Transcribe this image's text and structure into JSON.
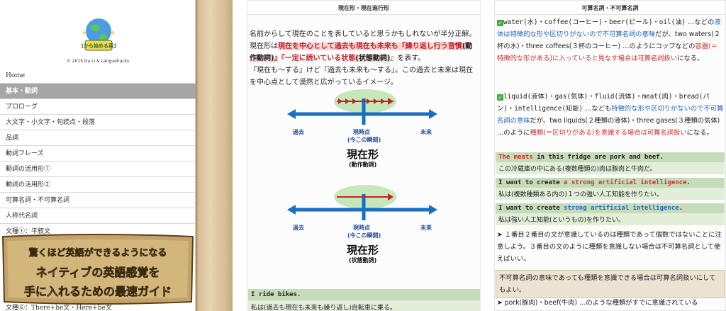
{
  "panel1": {
    "logo_text": "ゼロから始める英文法",
    "copyright": "© 2015 Da Li & Languehacks",
    "menu": [
      {
        "label": "Home",
        "header": false
      },
      {
        "label": "基本・動詞",
        "header": true
      },
      {
        "label": "プロローグ",
        "header": false
      },
      {
        "label": "大文字・小文字・句読点・段落",
        "header": false
      },
      {
        "label": "品詞",
        "header": false
      },
      {
        "label": "動詞フレーズ",
        "header": false
      },
      {
        "label": "動詞の活用形①",
        "header": false
      },
      {
        "label": "動詞の活用形②",
        "header": false
      },
      {
        "label": "可算名詞・不可算名詞",
        "header": false
      },
      {
        "label": "人称代名詞",
        "header": false
      },
      {
        "label": "文種①：平叙文",
        "header": false
      }
    ],
    "menu_last": "文種⑥：There+be文・Here+be文",
    "banner": {
      "line1": "驚くほど英語ができるようになる",
      "line2": "ネイティブの英語感覚を",
      "line3": "手に入れるための最速ガイド"
    }
  },
  "panel2": {
    "title": "現在形・現在進行形",
    "para1_a": "名前からして現在のことを表していると思うかもしれないが半分正解。現在形は",
    "para1_b": "現在を中心として過去も現在も未来も『繰り返し行う習慣",
    "para1_c": "(動作動詞)",
    "para1_d": "』『一定に続いている状態",
    "para1_e": "(状態動詞)",
    "para1_f": "』を表す。",
    "para2": "『現在も～する』けど『過去も未来も～する』。この過去と未来は現在を中心点として漠然と広がっているイメージ。",
    "diagram1": {
      "past": "過去",
      "now": "現時点",
      "now_sub": "(今この瞬間)",
      "future": "未来",
      "big": "現在形",
      "small": "(動作動詞)"
    },
    "diagram2": {
      "past": "過去",
      "now": "現時点",
      "now_sub": "(今この瞬間)",
      "future": "未来",
      "big": "現在形",
      "small": "(状態動詞)"
    },
    "example_en": "I ride bikes.",
    "example_ja": "私は(過去も現在も未来も繰り返し)自転車に乗る。"
  },
  "panel3": {
    "title": "可算名詞・不可算名詞",
    "block1": {
      "words": "water(水)・coffee(コーヒー)・beer(ビール)・oil(油)",
      "t1": " …などの",
      "blue1": "液体は特徴的な形や区切りがないので不可算名詞の意味",
      "t2": "だが、two waters(２杯の水)・three coffees(３杯のコーヒー) …のようにコップなどの",
      "red1": "容器(＝特徴的な形がある)に入っていると見なす場合は可算名詞扱い",
      "t3": "になる。"
    },
    "block2": {
      "words": "liquid(液体)・gas(気体)・fluid(流体)・meat(肉)・bread(パン)・intelligence(知能)",
      "t1": " …なども",
      "blue1": "特徴的な形や区切りがないので不可算名詞の意味",
      "t2": "だが、two liquids(２種類の液体)・three gases(３種類の気体) …のように",
      "red1": "種類(＝区切りがある)を意識する場合は可算名詞扱い",
      "t3": "になる。"
    },
    "eg1_en_a": "The meats",
    "eg1_en_b": " in this fridge are pork and beef.",
    "eg1_ja": "この冷蔵庫の中にある(複数種類の)肉は豚肉と牛肉だ。",
    "eg2_en_a": "I want to create ",
    "eg2_en_b": "a strong artificial intelligence",
    "eg2_en_c": ".",
    "eg2_ja": "私は(複数種類ある内の)１つの強い人工知能を作りたい。",
    "eg3_en_a": "I want to create ",
    "eg3_en_b": "strong artificial intelligence",
    "eg3_en_c": ".",
    "eg3_ja": "私は強い人工知能(というもの)を作りたい。",
    "arrow_note": "➤ １番目２番目の文が意識しているのは種類であって個数ではないことに注意しよう。３番目の文のように種類を意識しない場合は不可算名詞として使えばいい。",
    "note_box": "不可算名詞の意味であっても種類を意識できる場合は可算名詞扱いにしてもよい。",
    "last_line": "➤ pork(豚肉)・beef(牛肉) …のような種類がすでに意識されている"
  },
  "colors": {
    "menu_header": "#a6a6a6",
    "timeline_blue": "#1a6fc4",
    "ellipse_green": "#c5e7b9",
    "arrow_red": "#c9202a",
    "example_green": "#c6dbb8",
    "note_beige": "#ece3d3"
  }
}
